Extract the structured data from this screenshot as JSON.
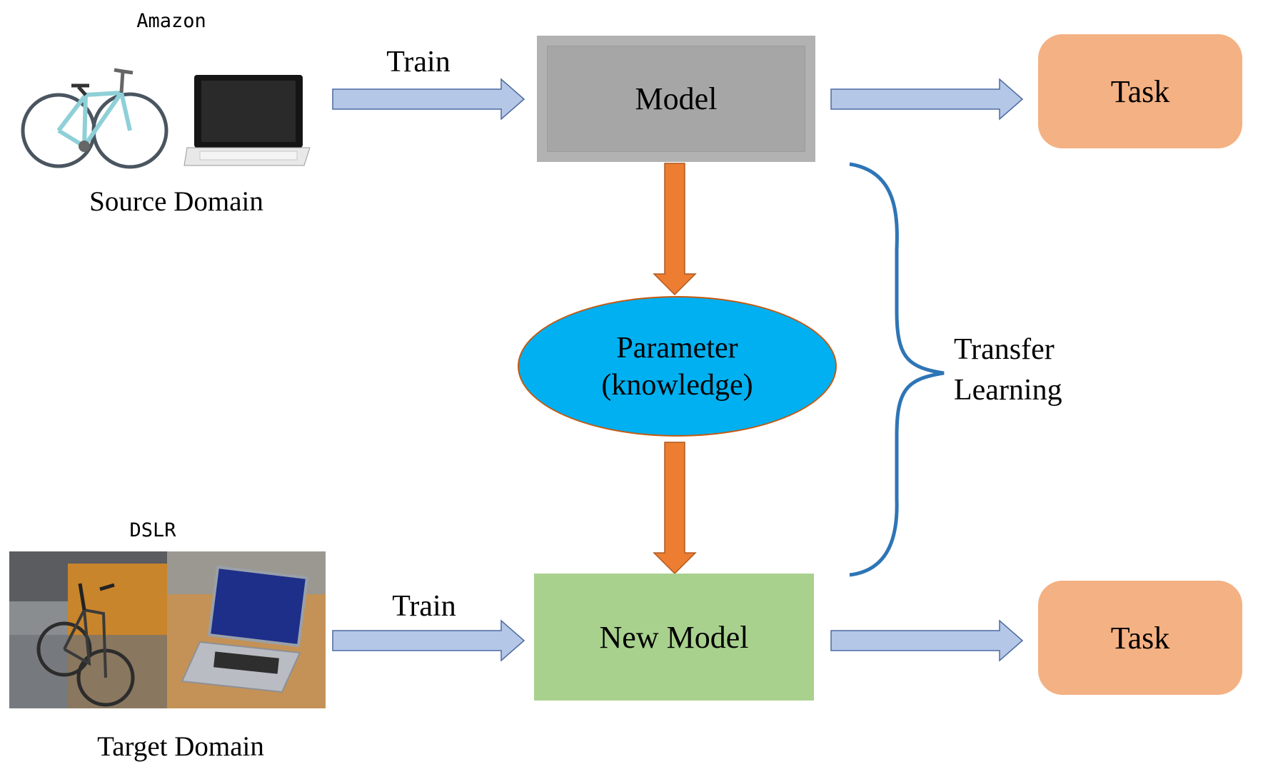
{
  "source": {
    "dataset_label": "Amazon",
    "caption": "Source Domain"
  },
  "target": {
    "dataset_label": "DSLR",
    "caption": "Target Domain"
  },
  "flow": {
    "train_top": "Train",
    "train_bottom": "Train",
    "model": "Model",
    "new_model": "New Model",
    "task_top": "Task",
    "task_bottom": "Task",
    "parameter_line1": "Parameter",
    "parameter_line2": "(knowledge)",
    "transfer_line1": "Transfer",
    "transfer_line2": "Learning"
  },
  "colors": {
    "blue_arrow": "#b4c7e7",
    "orange_arrow": "#ed7d31",
    "model_gray": "#a6a6a6",
    "new_model_green": "#a9d18e",
    "task_orange": "#f4b183",
    "ellipse_blue": "#00b0f0",
    "brace_blue": "#2e75b6"
  },
  "icons": {
    "source_images": [
      "bicycle-icon",
      "laptop-icon"
    ],
    "target_images": [
      "bicycle-photo",
      "laptop-photo"
    ]
  }
}
